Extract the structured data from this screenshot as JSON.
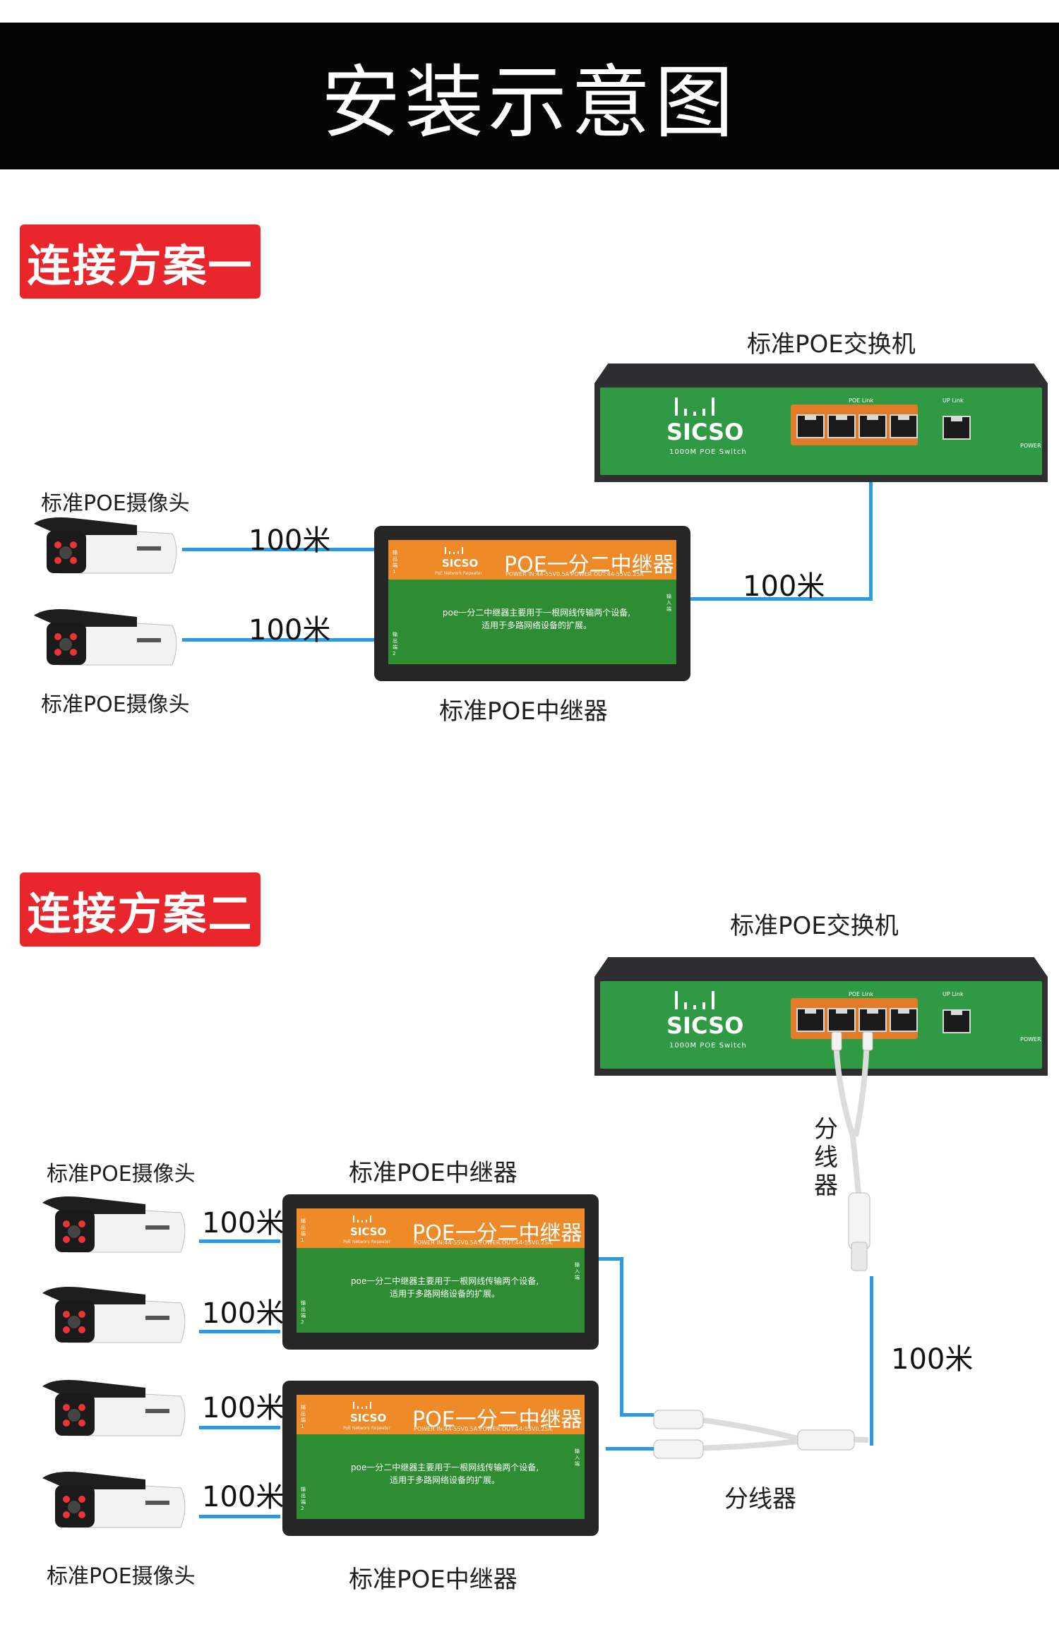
{
  "header": {
    "title": "安装示意图"
  },
  "plan1": {
    "badge": "连接方案一",
    "switch_label": "标准POE交换机",
    "repeater_label": "标准POE中继器",
    "camera_label_top": "标准POE摄像头",
    "camera_label_bottom": "标准POE摄像头",
    "dist_cam1": "100米",
    "dist_cam2": "100米",
    "dist_switch": "100米"
  },
  "plan2": {
    "badge": "连接方案二",
    "switch_label": "标准POE交换机",
    "repeater_label_top": "标准POE中继器",
    "repeater_label_bottom": "标准POE中继器",
    "camera_label_top": "标准POE摄像头",
    "camera_label_bottom": "标准POE摄像头",
    "dist_cam1": "100米",
    "dist_cam2": "100米",
    "dist_cam3": "100米",
    "dist_cam4": "100米",
    "dist_switch": "100米",
    "splitter_vertical": "分线器",
    "splitter_label": "分线器"
  },
  "switch_device": {
    "brand": "SICSO",
    "subtitle": "1000M POE Switch",
    "poe_link": "POE Link",
    "up_link": "UP Link",
    "power": "POWER",
    "panel_color": "#2f9a43",
    "port_color": "#e07b2a"
  },
  "repeater_device": {
    "brand": "SICSO",
    "brand_sub": "PoE Network Repeater",
    "title": "POE一分二中继器",
    "spec": "POWER IN:44-55V0.5A   POWER OUT:44-55V0.25A",
    "desc_line1": "poe一分二中继器主要用于一根网线传输两个设备,",
    "desc_line2": "适用于多路网络设备的扩展。",
    "port_out1": "输出端1",
    "port_out2": "输出端2",
    "port_in": "输入端",
    "head_color": "#ef8a28",
    "body_color": "#2e8d32"
  },
  "colors": {
    "wire": "#2b9ae4",
    "badge": "#e8262b",
    "banner": "#050505"
  }
}
